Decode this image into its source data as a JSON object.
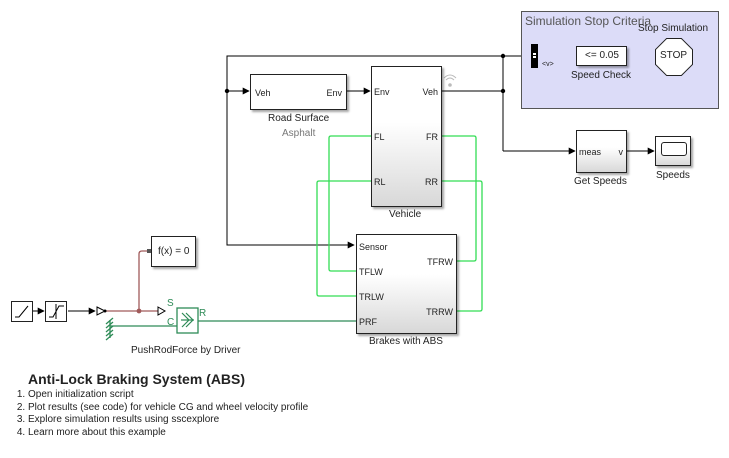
{
  "model": {
    "title": "Anti-Lock Braking System (ABS)",
    "links": [
      "Open initialization script",
      "Plot results (see code) for vehicle CG and wheel velocity profile",
      "Explore simulation results using sscexplore",
      "Learn more about this example"
    ]
  },
  "stop_area": {
    "title": "Simulation Stop Criteria",
    "selector_label": "<v>",
    "speed_check": {
      "expr": "<= 0.05",
      "label": "Speed Check"
    },
    "stop_block": {
      "text": "STOP",
      "label": "Stop Simulation"
    }
  },
  "road_surface": {
    "in_port": "Veh",
    "out_port": "Env",
    "label": "Road Surface",
    "sublabel": "Asphalt"
  },
  "vehicle": {
    "ports_left": [
      "Env",
      "FL",
      "RL"
    ],
    "ports_right": [
      "Veh",
      "FR",
      "RR"
    ],
    "label": "Vehicle"
  },
  "get_speeds": {
    "in_port": "meas",
    "out_port": "v",
    "label": "Get Speeds"
  },
  "scope": {
    "label": "Speeds"
  },
  "brakes": {
    "ports_left": [
      "Sensor",
      "TFLW",
      "TRLW",
      "PRF"
    ],
    "ports_right": [
      "TFRW",
      "TRRW"
    ],
    "label": "Brakes with ABS"
  },
  "solver": {
    "text": "f(x) = 0"
  },
  "pushrod": {
    "port_s": "S",
    "port_c": "C",
    "port_r": "R",
    "label": "PushRodForce by Driver"
  },
  "colors": {
    "signal": "#000000",
    "mech": "#33dd55",
    "physical": "#2e8b57",
    "ps": "#a05a5a",
    "area_bg": "#dcdcf8"
  }
}
